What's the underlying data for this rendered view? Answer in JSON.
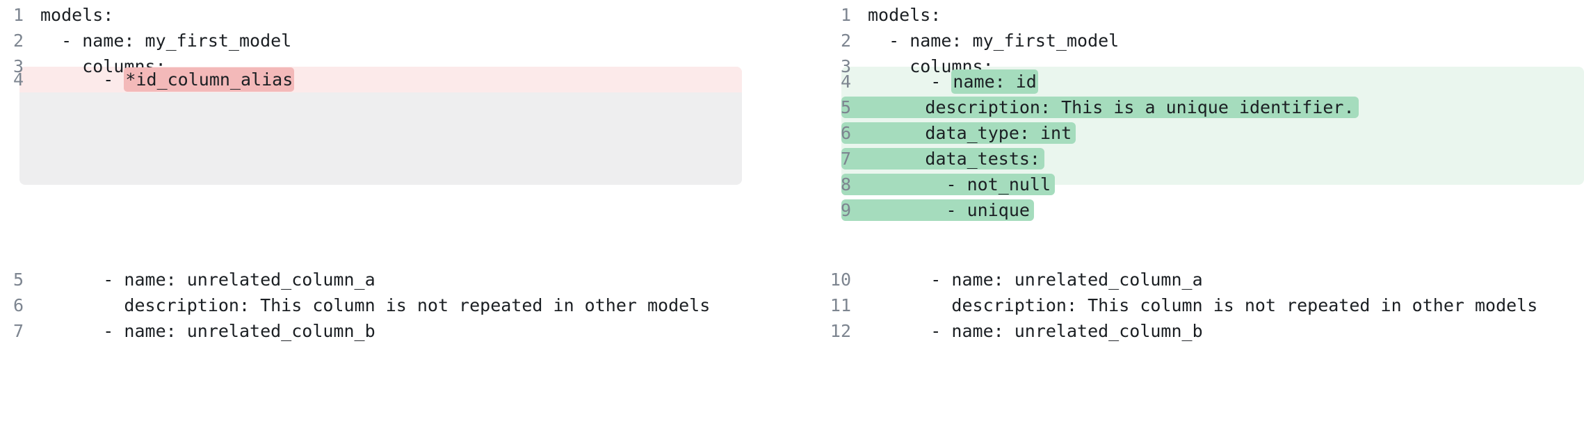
{
  "diff": {
    "kind": "side-by-side-code-diff",
    "colors": {
      "removed_row_bg": "#fceaea",
      "removed_block_bg": "#eeeeef",
      "removed_token_bg": "#f3b9b9",
      "added_block_bg": "#eaf6ee",
      "added_token_bg": "#a5dcbd",
      "line_number_fg": "#7d8590",
      "code_fg": "#1b1f23",
      "page_bg": "#ffffff"
    },
    "left_pane": {
      "name": "before",
      "lines": [
        {
          "n": "1",
          "text": "models:",
          "state": "context"
        },
        {
          "n": "2",
          "text": "  - name: my_first_model",
          "state": "context"
        },
        {
          "n": "3",
          "text": "    columns:",
          "state": "context"
        },
        {
          "n": "4",
          "pre": "      - ",
          "token": "*id_column_alias",
          "post": "",
          "state": "removed"
        },
        {
          "n": "5",
          "text": "      - name: unrelated_column_a",
          "state": "context"
        },
        {
          "n": "6",
          "text": "        description: This column is not repeated in other models",
          "state": "context"
        },
        {
          "n": "7",
          "text": "      - name: unrelated_column_b",
          "state": "context"
        }
      ]
    },
    "right_pane": {
      "name": "after",
      "lines": [
        {
          "n": "1",
          "text": "models:",
          "state": "context"
        },
        {
          "n": "2",
          "text": "  - name: my_first_model",
          "state": "context"
        },
        {
          "n": "3",
          "text": "    columns:",
          "state": "context"
        },
        {
          "n": "4",
          "pre": "      - ",
          "token": "name: id",
          "post": "",
          "state": "added-token"
        },
        {
          "n": "5",
          "token": "        description: This is a unique identifier.",
          "state": "added-bar"
        },
        {
          "n": "6",
          "token": "        data_type: int",
          "state": "added-bar"
        },
        {
          "n": "7",
          "token": "        data_tests:",
          "state": "added-bar"
        },
        {
          "n": "8",
          "token": "          - not_null",
          "state": "added-bar"
        },
        {
          "n": "9",
          "token": "          - unique",
          "state": "added-bar"
        },
        {
          "n": "10",
          "text": "      - name: unrelated_column_a",
          "state": "context"
        },
        {
          "n": "11",
          "text": "        description: This column is not repeated in other models",
          "state": "context"
        },
        {
          "n": "12",
          "text": "      - name: unrelated_column_b",
          "state": "context"
        }
      ]
    }
  }
}
